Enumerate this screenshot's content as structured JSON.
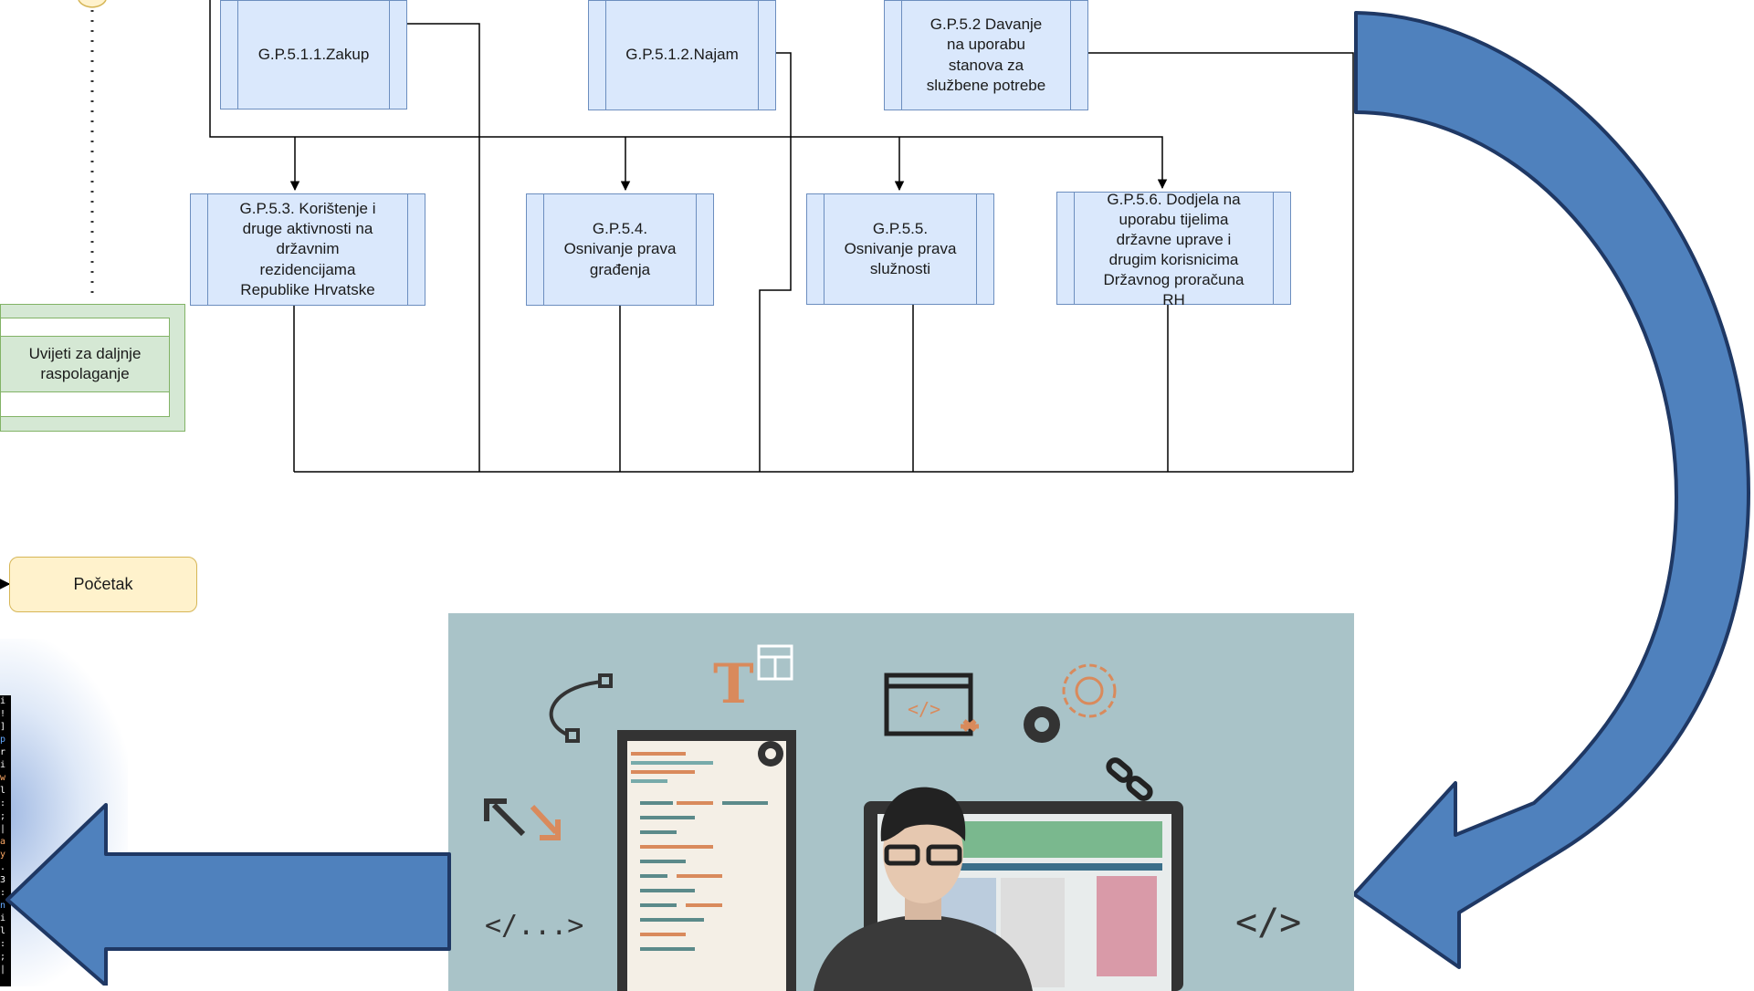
{
  "processes": {
    "gp511": "G.P.5.1.1.Zakup",
    "gp512": "G.P.5.1.2.Najam",
    "gp52": "G.P.5.2 Davanje\nna uporabu\nstanova za\nslužbene potrebe",
    "gp53": "G.P.5.3. Korištenje i\ndruge aktivnosti na\ndržavnim\nrezidencijama\nRepublike Hrvatske",
    "gp54": "G.P.5.4.\nOsnivanje prava\ngrađenja",
    "gp55": "G.P.5.5.\nOsnivanje prava\nslužnosti",
    "gp56": "G.P.5.6. Dodjela na\nuporabu tijelima\ndržavne uprave i\ndrugim korisnicima\nDržavnog proračuna\nRH"
  },
  "conditions_label": "Uvijeti za daljnje\nraspolaganje",
  "start_label": "Početak",
  "illustration": {
    "letter_t": "T",
    "code_tag_browser": "</>",
    "code_tag_left": "</...>",
    "code_tag_right": "</>"
  },
  "colors": {
    "process_fill": "#dae8fc",
    "process_stroke": "#6c8ebf",
    "green_fill": "#d5e8d4",
    "start_fill": "#fff2cc",
    "arrow_blue": "#4f81bd",
    "illustration_bg": "#a9c3c8",
    "accent_orange": "#d98a5c"
  }
}
